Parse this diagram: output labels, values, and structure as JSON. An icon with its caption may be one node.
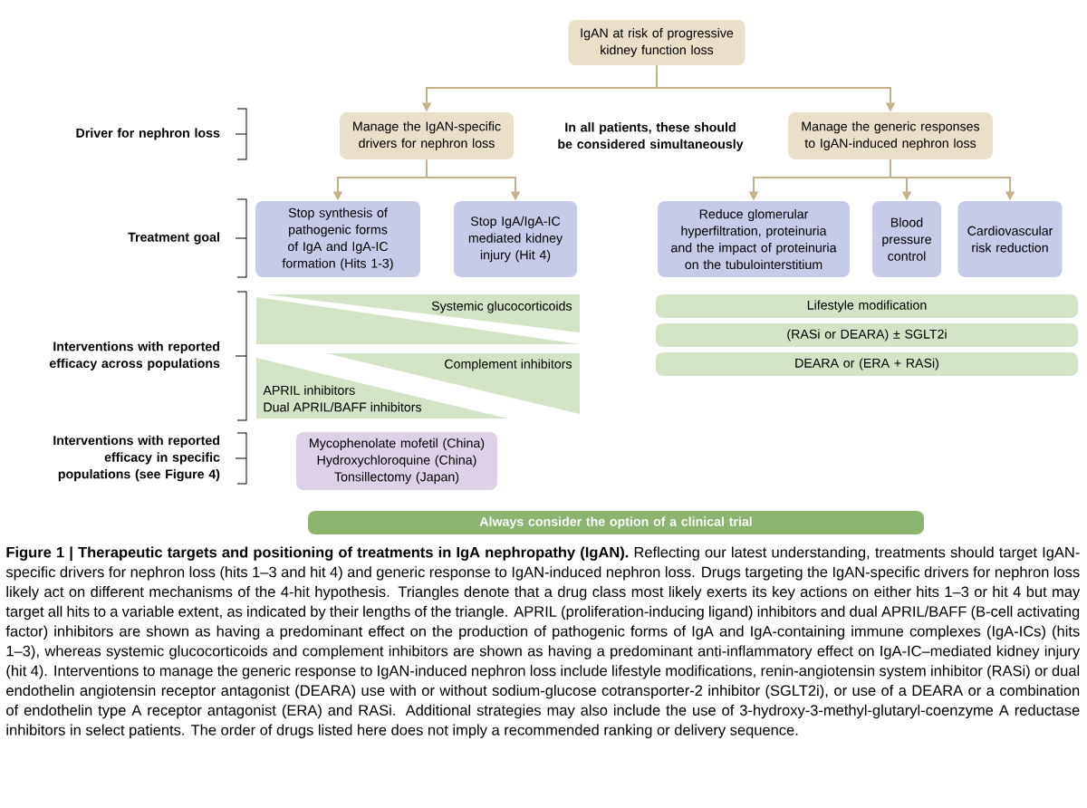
{
  "diagram": {
    "caption": "**Figure 1 | Therapeutic targets and positioning of treatments in IgA nephropathy (IgAN).** Reflecting our latest understanding, treatments should target IgAN-specific drivers for nephron loss (hits 1–3 and hit 4) and generic response to IgAN-induced nephron loss. Drugs targeting the IgAN-specific drivers for nephron loss likely act on different mechanisms of the 4-hit hypothesis. Triangles denote that a drug class most likely exerts its key actions on either hits 1–3 or hit 4 but may target all hits to a variable extent, as indicated by their lengths of the triangle. APRIL (proliferation-inducing ligand) inhibitors and dual APRIL/BAFF (B-cell activating factor) inhibitors are shown as having a predominant effect on the production of pathogenic forms of IgA and IgA-containing immune complexes (IgA-ICs) (hits 1–3), whereas systemic glucocorticoids and complement inhibitors are shown as having a predominant anti-inflammatory effect on IgA-IC–mediated kidney injury (hit 4). Interventions to manage the generic response to IgAN-induced nephron loss include lifestyle modifications, renin-angiotensin system inhibitor (RASi) or dual endothelin angiotensin receptor antagonist (DEARA) use with or without sodium-glucose cotransporter-2 inhibitor (SGLT2i), or use of a DEARA or a combination of endothelin type A receptor antagonist (ERA) and RASi. Additional strategies may also include the use of 3-hydroxy-3-methyl-glutaryl-coenzyme A reductase inhibitors in select patients. The order of drugs listed here does not imply a recommended ranking or delivery sequence.",
    "nodes": [
      {
        "text": [
          "IgAN at risk of progressive kidney function loss"
        ]
      },
      {
        "text": [
          "Manage the IgAN-specific drivers for nephron loss"
        ]
      },
      {
        "text": [
          "Manage the generic responses to IgAN-induced nephron loss"
        ]
      },
      {
        "text": [
          "Stop synthesis of pathogenic forms of IgA and IgA-IC formation (Hits 1-3)"
        ]
      },
      {
        "text": [
          "Stop IgA/IgA-IC mediated kidney injury (Hit 4)"
        ]
      },
      {
        "text": [
          "Reduce glomerular hyperfiltration, proteinuria and the impact of proteinuria on the tubulointerstitium"
        ]
      },
      {
        "text": [
          "Blood pressure control"
        ]
      },
      {
        "text": [
          "Cardiovascular risk reduction"
        ]
      },
      {
        "text": [
          "Systemic glucocorticoids"
        ]
      },
      {
        "text": [],
        "shape": "triangle"
      },
      {
        "text": [
          "Complement inhibitors"
        ]
      },
      {
        "text": [
          "APRIL inhibitors",
          "Dual APRIL/BAFF inhibitors"
        ]
      },
      {
        "text": [
          "Lifestyle modification"
        ]
      },
      {
        "text": [
          "(RASi or DEARA) ± SGLT2i"
        ]
      },
      {
        "text": [
          "DEARA or (ERA + RASi)"
        ]
      },
      {
        "text": [
          "Mycophenolate mofetil (China)",
          "Hydroxychloroquine (China)",
          "Tonsillectomy (Japan)"
        ]
      },
      {
        "text": [
          "Always consider the option of a clinical trial"
        ]
      }
    ],
    "edges": [
      {
        "from": 0,
        "to": 1,
        "arrow": "to"
      },
      {
        "from": 0,
        "to": 2,
        "arrow": "to"
      },
      {
        "from": 1,
        "to": 3,
        "arrow": "to"
      },
      {
        "from": 1,
        "to": 4,
        "arrow": "to"
      },
      {
        "from": 2,
        "to": 5,
        "arrow": "to"
      },
      {
        "from": 2,
        "to": 6,
        "arrow": "to"
      },
      {
        "from": 2,
        "to": 7,
        "arrow": "to"
      }
    ],
    "labels": [
      "Driver for nephron loss",
      "In all patients, these should be considered simultaneously",
      "Treatment goal",
      "Interventions with reported efficacy across populations",
      "Interventions with reported efficacy in specific populations (see Figure 4)"
    ]
  }
}
